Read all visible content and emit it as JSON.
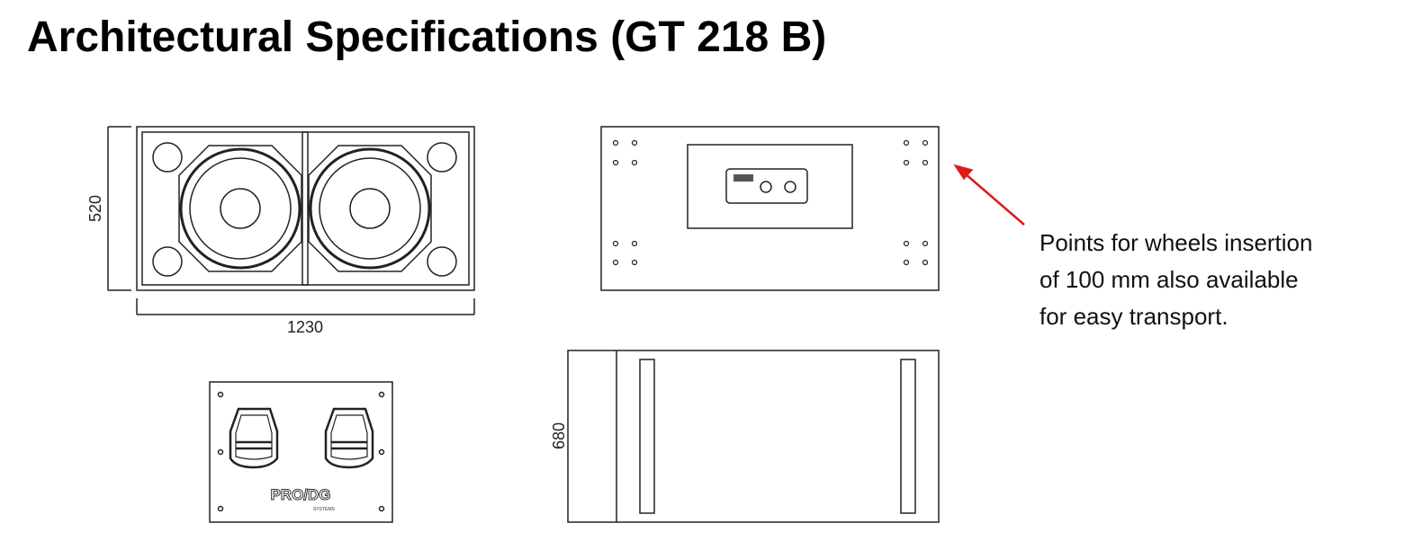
{
  "title": "Architectural Specifications (GT 218 B)",
  "dimensions": {
    "height": "520",
    "width": "1230",
    "depth": "680"
  },
  "note": {
    "lines": [
      "Points for wheels insertion",
      "of 100 mm also available",
      "for easy transport."
    ]
  },
  "colors": {
    "arrow": "#e0191b",
    "line": "#222222"
  },
  "logo_text": "PRO DG SYSTEMS"
}
